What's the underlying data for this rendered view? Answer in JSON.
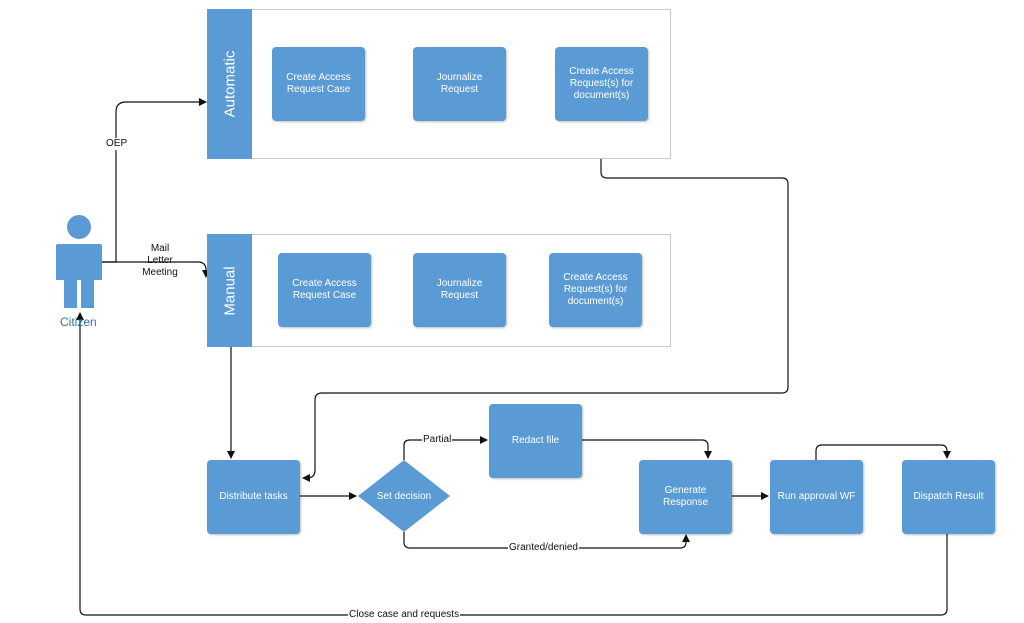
{
  "colors": {
    "accent": "#5b9bd5",
    "frame": "#c8c8c8",
    "line": "#111111",
    "actor_label": "#2e74b5"
  },
  "actor": {
    "label": "Citizen",
    "icon": "person-icon"
  },
  "lanes": {
    "automatic": {
      "title": "Automatic",
      "steps": [
        "Create Access Request Case",
        "Journalize Request",
        "Create Access Request(s) for document(s)"
      ]
    },
    "manual": {
      "title": "Manual",
      "steps": [
        "Create Access Request Case",
        "Journalize Request",
        "Create Access Request(s) for document(s)"
      ]
    }
  },
  "process": {
    "distribute": "Distribute tasks",
    "decision": "Set decision",
    "redact": "Redact file",
    "generate": "Generate Response",
    "approval": "Run approval WF",
    "dispatch": "Dispatch Result"
  },
  "edge_labels": {
    "oep": "OEP",
    "manual_channels": "Mail\nLetter\nMeeting",
    "partial": "Partial",
    "granted_denied": "Granted/denied",
    "close": "Close case and requests"
  }
}
